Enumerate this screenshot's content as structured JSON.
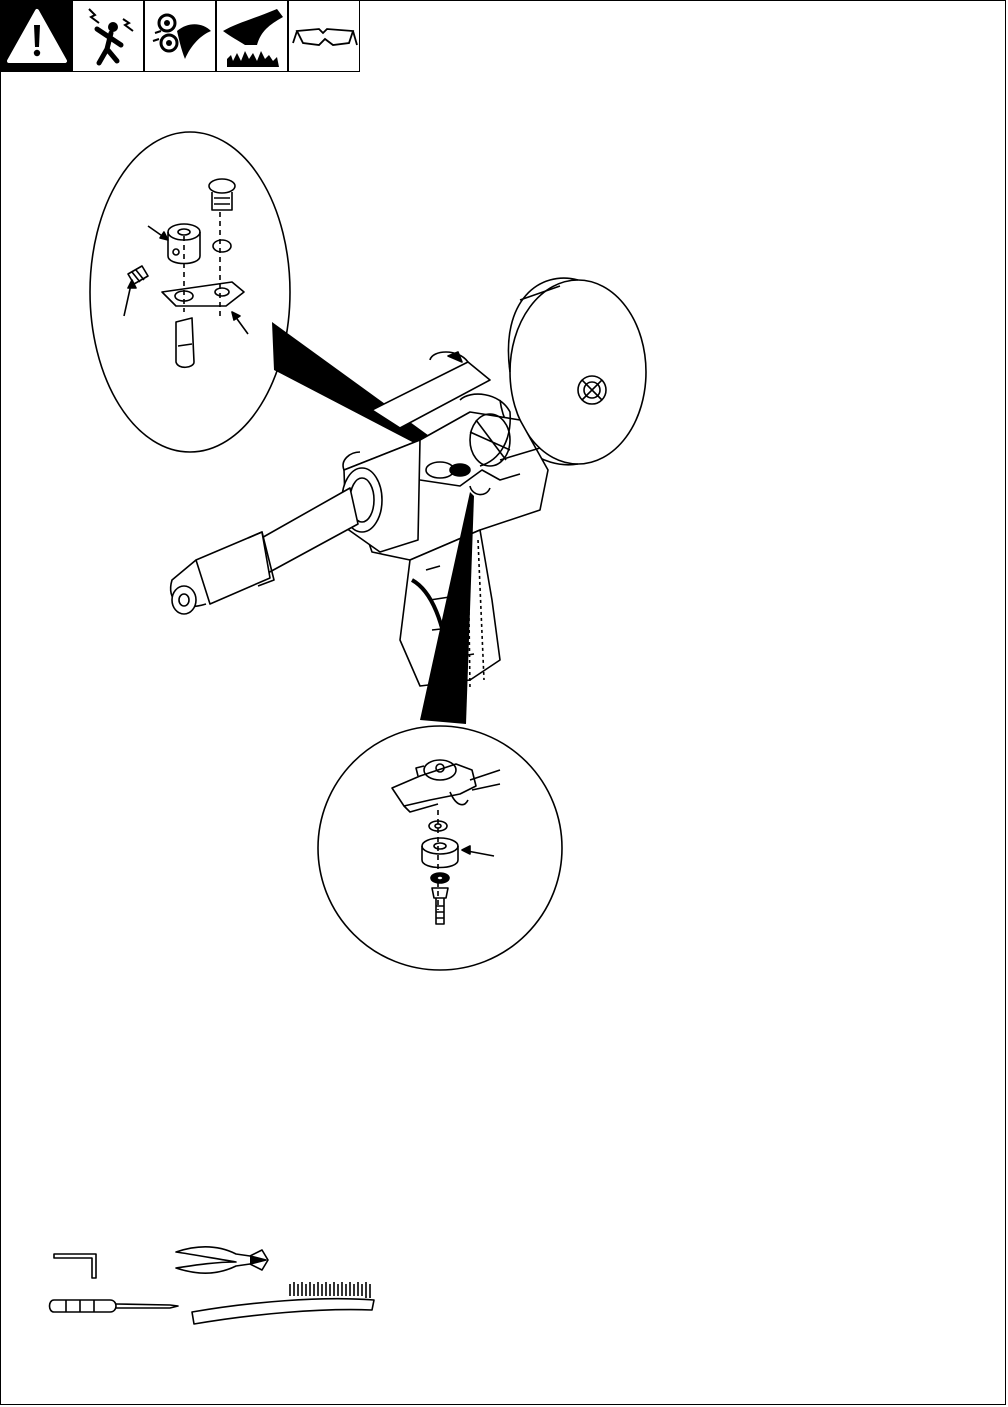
{
  "page": {
    "background": "#ffffff",
    "line_color": "#000000"
  },
  "warning_icons": [
    {
      "name": "alert-triangle-icon"
    },
    {
      "name": "electric-shock-icon"
    },
    {
      "name": "moving-parts-icon"
    },
    {
      "name": "hot-parts-icon"
    },
    {
      "name": "safety-glasses-icon"
    }
  ],
  "diagram": {
    "subject": "spool-gun",
    "callouts": [
      {
        "name": "upper-detail-callout"
      },
      {
        "name": "lower-detail-callout"
      }
    ]
  },
  "tools": [
    {
      "name": "allen-wrench-icon"
    },
    {
      "name": "wire-cutter-icon"
    },
    {
      "name": "screwdriver-icon"
    },
    {
      "name": "wire-brush-icon"
    }
  ]
}
